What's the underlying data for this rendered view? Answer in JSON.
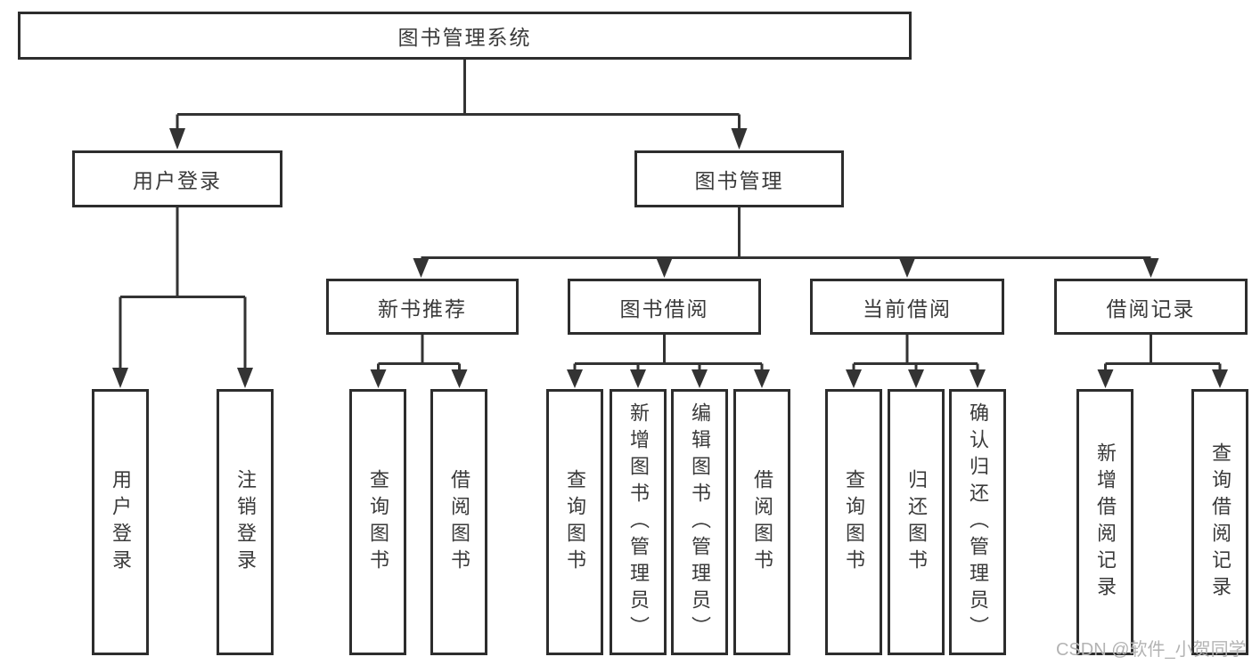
{
  "nodes": {
    "root": "图书管理系统",
    "user_login_group": "用户登录",
    "book_mgmt_group": "图书管理",
    "new_books": "新书推荐",
    "book_borrow": "图书借阅",
    "current_borrow": "当前借阅",
    "borrow_records": "借阅记录",
    "leaf_user_login": "用户登录",
    "leaf_logout": "注销登录",
    "leaf_query_books_1": "查询图书",
    "leaf_borrow_books_1": "借阅图书",
    "leaf_query_books_2": "查询图书",
    "leaf_add_books": "新增图书（管理员）",
    "leaf_edit_books": "编辑图书（管理员）",
    "leaf_borrow_books_2": "借阅图书",
    "leaf_query_books_3": "查询图书",
    "leaf_return_books": "归还图书",
    "leaf_confirm_return": "确认归还（管理员）",
    "leaf_add_record": "新增借阅记录",
    "leaf_query_record": "查询借阅记录"
  },
  "hierarchy": {
    "label": "图书管理系统",
    "children": [
      {
        "label": "用户登录",
        "children": [
          {
            "label": "用户登录"
          },
          {
            "label": "注销登录"
          }
        ]
      },
      {
        "label": "图书管理",
        "children": [
          {
            "label": "新书推荐",
            "children": [
              {
                "label": "查询图书"
              },
              {
                "label": "借阅图书"
              }
            ]
          },
          {
            "label": "图书借阅",
            "children": [
              {
                "label": "查询图书"
              },
              {
                "label": "新增图书（管理员）"
              },
              {
                "label": "编辑图书（管理员）"
              },
              {
                "label": "借阅图书"
              }
            ]
          },
          {
            "label": "当前借阅",
            "children": [
              {
                "label": "查询图书"
              },
              {
                "label": "归还图书"
              },
              {
                "label": "确认归还（管理员）"
              }
            ]
          },
          {
            "label": "借阅记录",
            "children": [
              {
                "label": "新增借阅记录"
              },
              {
                "label": "查询借阅记录"
              }
            ]
          }
        ]
      }
    ]
  },
  "watermark": {
    "text": "CSDN @软件_小贺同学"
  },
  "colors": {
    "background": "#ffffff",
    "border": "#2d2d2d",
    "line": "#333333",
    "text": "#3a3a3a",
    "watermark": "#b3b3b3"
  }
}
